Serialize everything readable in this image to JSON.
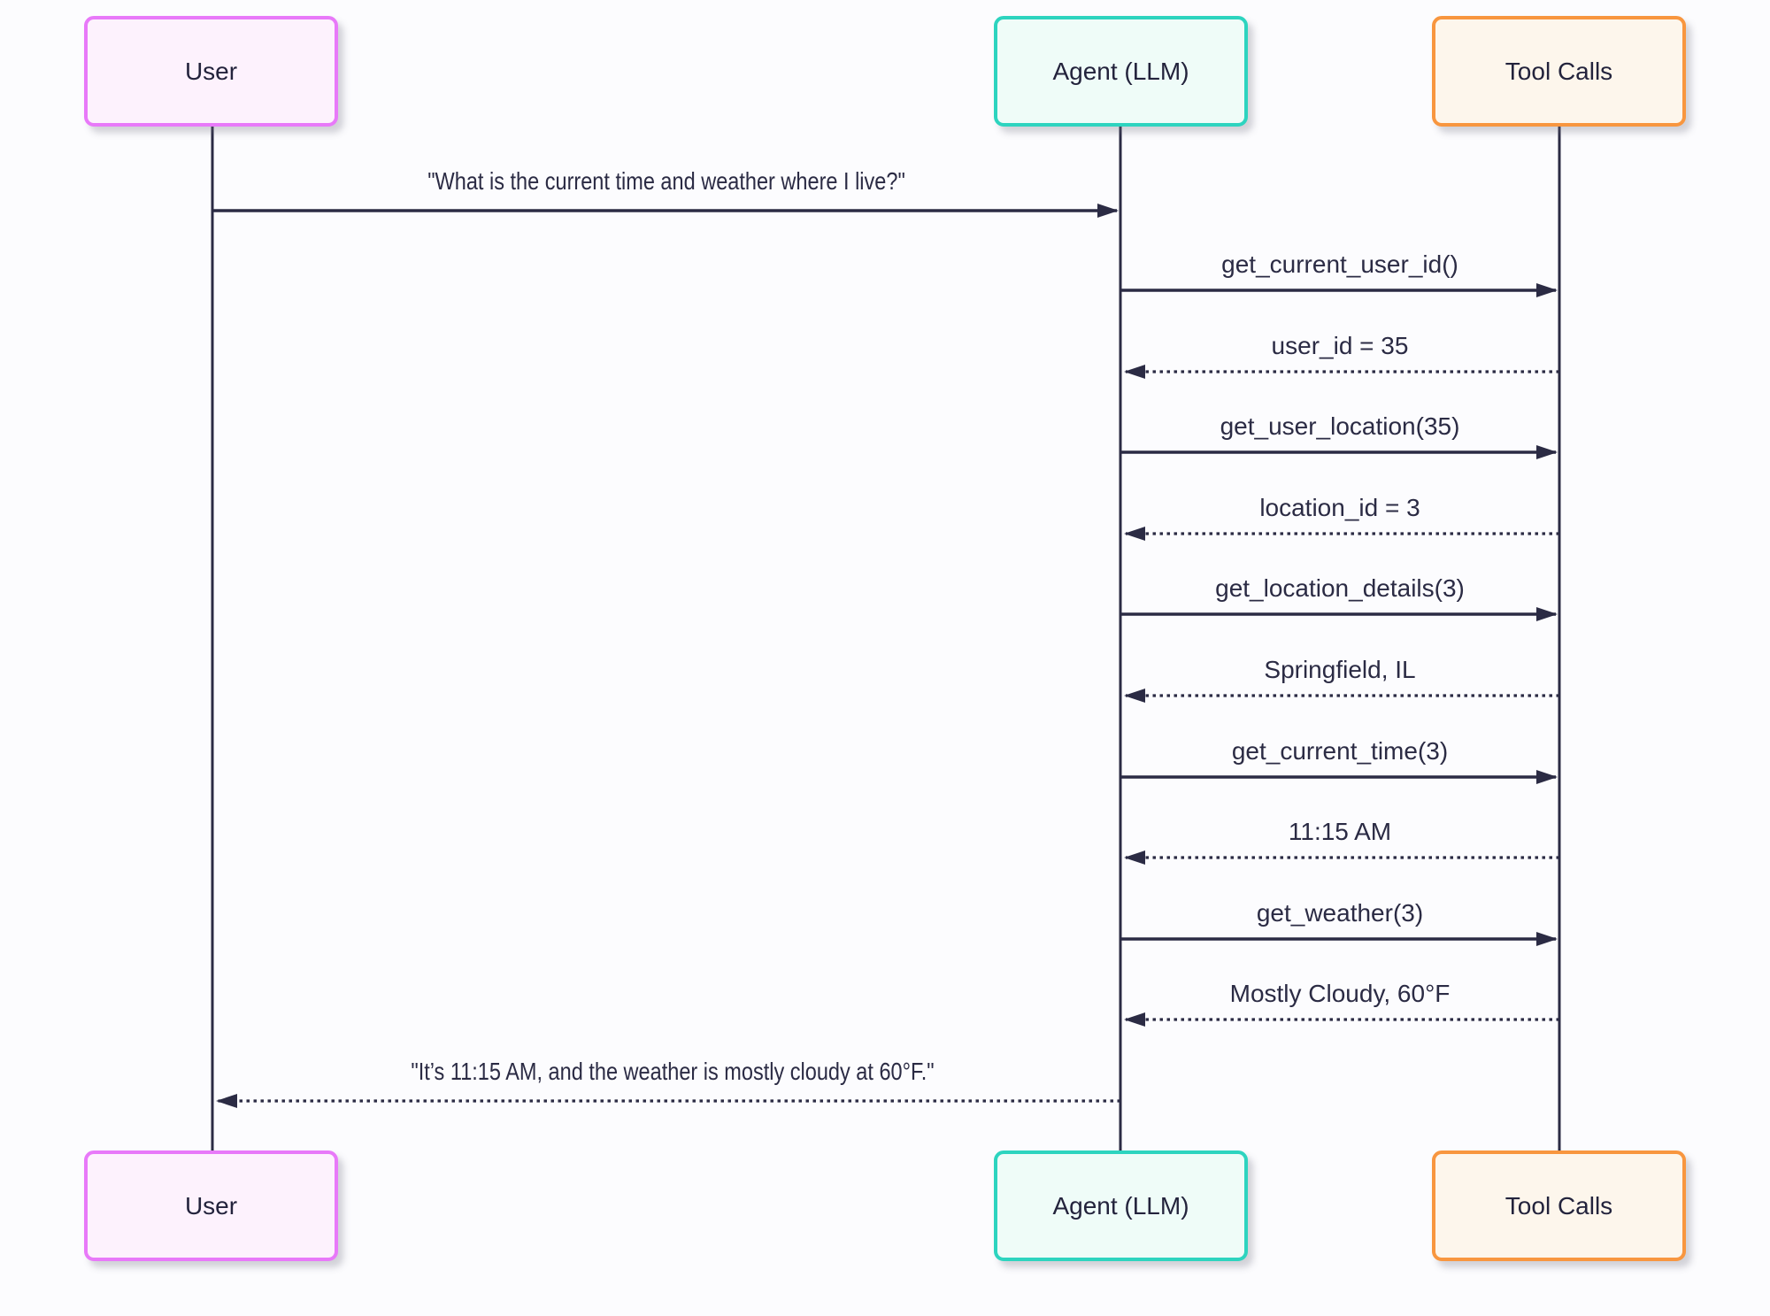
{
  "diagram": {
    "type": "sequence",
    "actors": [
      {
        "id": "user",
        "label": "User",
        "border_color": "#e879f9",
        "fill_color": "#fdf2fd"
      },
      {
        "id": "agent",
        "label": "Agent (LLM)",
        "border_color": "#2dd4bf",
        "fill_color": "#effcf8"
      },
      {
        "id": "tool",
        "label": "Tool Calls",
        "border_color": "#f8963f",
        "fill_color": "#fdf6ec"
      }
    ],
    "line_color": "#2b2b44",
    "text_color": "#2b2b44",
    "messages": [
      {
        "from": "User",
        "to": "Agent (LLM)",
        "line": "solid",
        "label": "\"What is the current time and weather where I live?\""
      },
      {
        "from": "Agent (LLM)",
        "to": "Tool Calls",
        "line": "solid",
        "label": "get_current_user_id()"
      },
      {
        "from": "Tool Calls",
        "to": "Agent (LLM)",
        "line": "dotted",
        "label": "user_id = 35"
      },
      {
        "from": "Agent (LLM)",
        "to": "Tool Calls",
        "line": "solid",
        "label": "get_user_location(35)"
      },
      {
        "from": "Tool Calls",
        "to": "Agent (LLM)",
        "line": "dotted",
        "label": "location_id = 3"
      },
      {
        "from": "Agent (LLM)",
        "to": "Tool Calls",
        "line": "solid",
        "label": "get_location_details(3)"
      },
      {
        "from": "Tool Calls",
        "to": "Agent (LLM)",
        "line": "dotted",
        "label": "Springfield, IL"
      },
      {
        "from": "Agent (LLM)",
        "to": "Tool Calls",
        "line": "solid",
        "label": "get_current_time(3)"
      },
      {
        "from": "Tool Calls",
        "to": "Agent (LLM)",
        "line": "dotted",
        "label": "11:15 AM"
      },
      {
        "from": "Agent (LLM)",
        "to": "Tool Calls",
        "line": "solid",
        "label": "get_weather(3)"
      },
      {
        "from": "Tool Calls",
        "to": "Agent (LLM)",
        "line": "dotted",
        "label": "Mostly Cloudy, 60°F"
      },
      {
        "from": "Agent (LLM)",
        "to": "User",
        "line": "dotted",
        "label": "\"It’s 11:15 AM, and the weather is mostly cloudy at 60°F.\""
      }
    ]
  }
}
